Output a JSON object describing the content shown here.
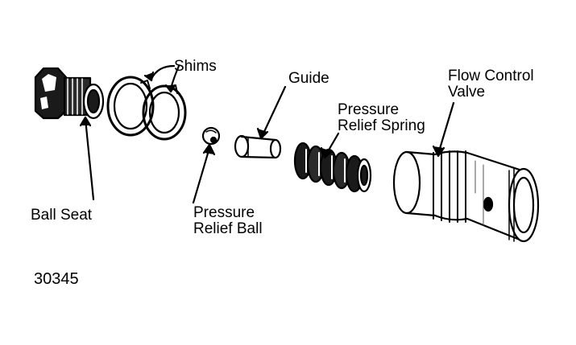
{
  "labels": {
    "shims": "Shims",
    "guide": "Guide",
    "flow_control_line1": "Flow Control",
    "flow_control_line2": "Valve",
    "pressure_spring_line1": "Pressure",
    "pressure_spring_line2": "Relief Spring",
    "ball_seat": "Ball Seat",
    "pressure_ball_line1": "Pressure",
    "pressure_ball_line2": "Relief Ball",
    "figure_number": "30345"
  }
}
